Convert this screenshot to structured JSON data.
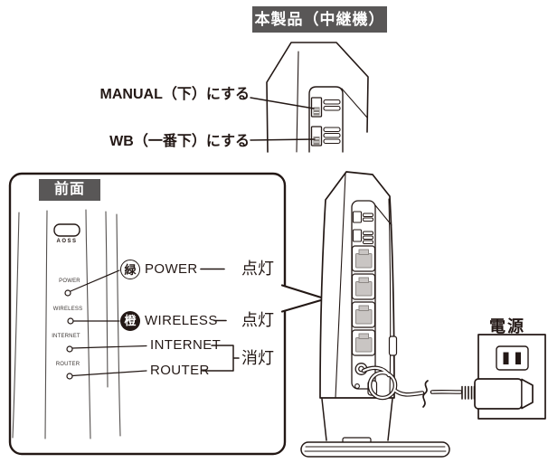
{
  "title": {
    "device_label": "本製品（中継機）"
  },
  "switch_callouts": {
    "manual": "MANUAL（下）にする",
    "wb": "WB（一番下）にする"
  },
  "front_view": {
    "label": "前面",
    "aoss": "AOSS",
    "leds": [
      "POWER",
      "WIRELESS",
      "INTERNET",
      "ROUTER"
    ]
  },
  "status_callouts": {
    "power": {
      "badge": "緑",
      "label": "POWER",
      "status": "点灯"
    },
    "wireless": {
      "badge": "橙",
      "label": "WIRELESS",
      "status": "点灯"
    },
    "internet": {
      "label": "INTERNET"
    },
    "router": {
      "label": "ROUTER"
    },
    "off": "消灯"
  },
  "outlet": {
    "label": "電源"
  },
  "colors": {
    "label_box_bg": "#595757",
    "ink": "#231815",
    "jack_fill": "#c9c5c3"
  }
}
